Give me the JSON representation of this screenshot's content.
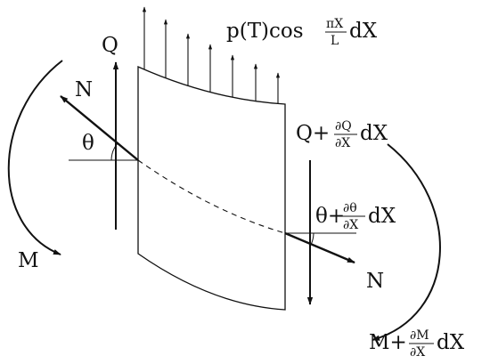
{
  "diagram": {
    "colors": {
      "stroke": "#111111",
      "background": "#ffffff"
    },
    "labels": {
      "load": {
        "p": "p(T)cos",
        "frac_num": "πX",
        "frac_den": "L",
        "dx": "dX"
      },
      "q_left": "Q",
      "n_left": "N",
      "theta_left": "θ",
      "m_left": "M",
      "q_right": {
        "base": "Q+",
        "frac_num": "∂Q",
        "frac_den": "∂X",
        "dx": "dX"
      },
      "theta_right": {
        "base": "θ+",
        "frac_num": "∂θ",
        "frac_den": "∂X",
        "dx": "dX"
      },
      "n_right": "N",
      "m_right": {
        "base": "M+",
        "frac_num": "∂M",
        "frac_den": "∂X",
        "dx": "dX"
      }
    }
  }
}
